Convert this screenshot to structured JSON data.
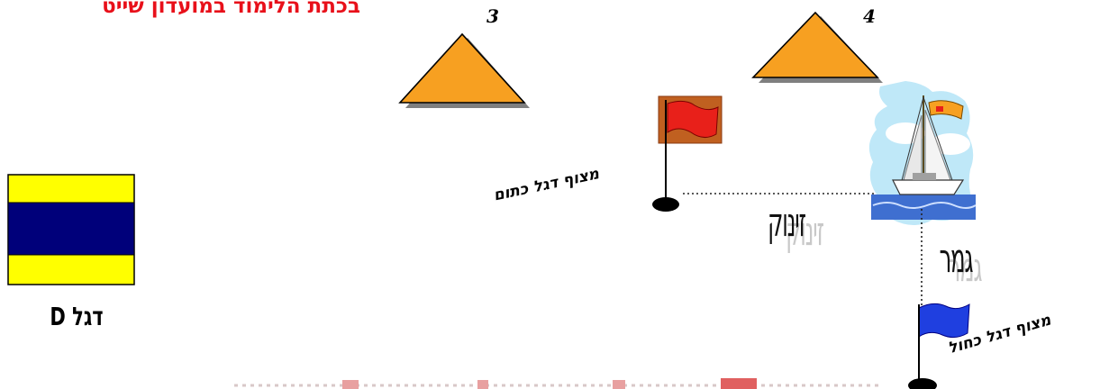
{
  "title": "בכתת הלימוד במועדון שייט",
  "marks": [
    {
      "label": "3"
    },
    {
      "label": "4"
    }
  ],
  "buoys": {
    "orange_flag": {
      "label": "מצוף דגל כתום"
    },
    "blue_flag": {
      "label": "מצוף דגל כחול"
    }
  },
  "lines": {
    "start": {
      "label": "זינוק"
    },
    "finish": {
      "label": "גמר"
    }
  },
  "flag_d": {
    "label": "דגל D"
  },
  "colors": {
    "title": "#e8101a",
    "mark": "#f7a021",
    "orange_flag": "#e8201a",
    "blue_flag": "#1f3fe0",
    "flag_yellow": "#ffff00",
    "flag_blue": "#00007a"
  }
}
